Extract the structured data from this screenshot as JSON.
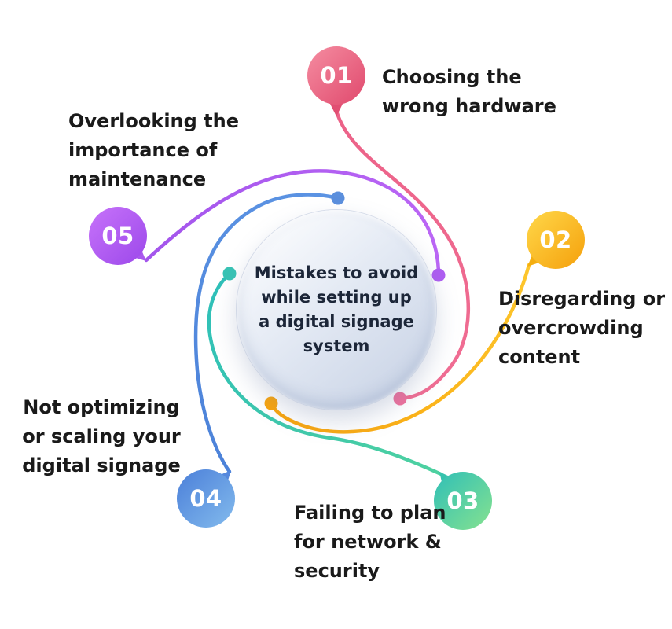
{
  "center": {
    "text": "Mistakes to avoid\nwhile setting up\na digital signage\nsystem"
  },
  "items": [
    {
      "number": "01",
      "label": "Choosing the\nwrong hardware",
      "bubble_gradient": [
        "#f58da1",
        "#e0496d"
      ],
      "tail_color": "#e14e72",
      "arc_gradient": [
        "#ec6288",
        "#f06d93"
      ],
      "dot_color": "#f0709b"
    },
    {
      "number": "02",
      "label": "Disregarding or\novercrowding\ncontent",
      "bubble_gradient": [
        "#ffd84a",
        "#f5a00b"
      ],
      "tail_color": "#f4ae10",
      "arc_gradient": [
        "#fdc62c",
        "#f9a40c"
      ],
      "dot_color": "#f9a40c"
    },
    {
      "number": "03",
      "label": "Failing to plan\nfor network &\nsecurity",
      "bubble_gradient": [
        "#2fbfb7",
        "#86e28f"
      ],
      "tail_color": "#36c2ad",
      "arc_gradient": [
        "#4ed1a0",
        "#2fc0b8"
      ],
      "dot_color": "#38c3b4"
    },
    {
      "number": "04",
      "label": "Not optimizing\nor scaling your\ndigital signage",
      "bubble_gradient": [
        "#4b7fd9",
        "#83bbed"
      ],
      "tail_color": "#5588dd",
      "arc_gradient": [
        "#4c82d9",
        "#5b93e3"
      ],
      "dot_color": "#5b8fdd"
    },
    {
      "number": "05",
      "label": "Overlooking the\nimportance of\nmaintenance",
      "bubble_gradient": [
        "#c773fa",
        "#9c48ea"
      ],
      "tail_color": "#a958ee",
      "arc_gradient": [
        "#a355ec",
        "#bb66f5"
      ],
      "dot_color": "#af5ef2"
    }
  ],
  "colors": {
    "background": "#ffffff",
    "label_text": "#1a1a1a",
    "center_text": "#1c2638",
    "number_text": "#ffffff",
    "center_circle_gradient": [
      "#ffffff",
      "#c4cfe3"
    ]
  }
}
